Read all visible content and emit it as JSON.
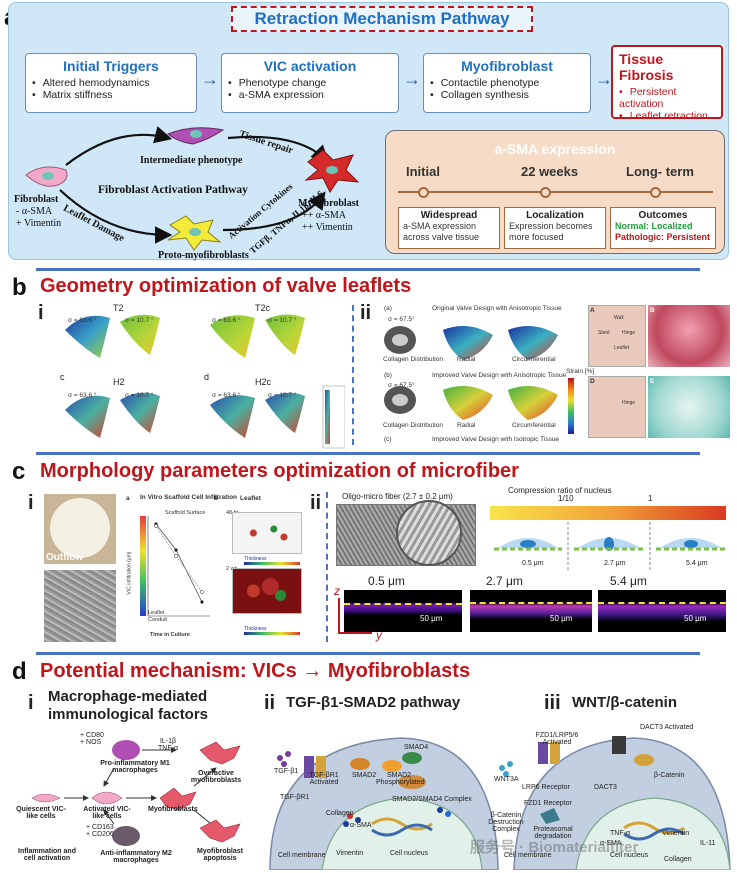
{
  "panels": {
    "a": "a",
    "b": "b",
    "c": "c",
    "d": "d"
  },
  "section_a": {
    "title": "Retraction Mechanism Pathway",
    "flow": [
      {
        "title": "Initial Triggers",
        "items": [
          "Altered hemodynamics",
          "Matrix stiffness"
        ]
      },
      {
        "title": "VIC activation",
        "items": [
          "Phenotype change",
          "a-SMA expression"
        ]
      },
      {
        "title": "Myofibroblast",
        "items": [
          "Contactile phenotype",
          "Collagen synthesis"
        ]
      },
      {
        "title": "Tissue Fibrosis",
        "items": [
          "Persistent activation",
          "Leaflet retraction"
        ]
      }
    ],
    "cycle": {
      "intermediate": "Intermediate phenotype",
      "tissue_repair": "Tissue repair",
      "center": "Fibroblast Activation Pathway",
      "fibroblast": "Fibroblast",
      "fibroblast_markers": [
        "- α-SMA",
        "+ Vimentin"
      ],
      "myofibroblast": "Myofibroblast",
      "myofibroblast_markers": [
        "++ α-SMA",
        "++ Vimentin"
      ],
      "leaflet_damage": "Leaflet Damage",
      "activation": "Activation Cytokines",
      "cytokines": "TGFβ, TNFα, IL1β, IL6",
      "proto": "Proto-myofibroblasts"
    },
    "sma": {
      "title": "a-SMA expression",
      "stages": [
        "Initial",
        "22 weeks",
        "Long- term"
      ],
      "cards": [
        {
          "head": "Widespread",
          "text": "a-SMA expression across valve tissue"
        },
        {
          "head": "Localization",
          "text": "Expression becomes more focused"
        },
        {
          "head": "Outcomes",
          "normal": "Normal: Localized",
          "pathologic": "Pathologic: Persistent"
        }
      ]
    }
  },
  "section_b": {
    "title": "Geometry optimization of valve leaflets",
    "sub_i": "i",
    "sub_ii": "ii",
    "designs": [
      "T2",
      "T2c",
      "H2",
      "H2c"
    ],
    "letters": [
      "c",
      "d"
    ],
    "sigmas": [
      "σ = 63.6 °",
      "σ = 10.7 °"
    ],
    "ii_rows": [
      "Original Valve Design with Anisotropic Tissue",
      "Improved Valve Design with Anisotropic Tissue",
      "Improved Valve Design with Isotropic Tissue"
    ],
    "ii_tags": [
      "(a)",
      "(b)",
      "(c)"
    ],
    "ii_sigma": "σ = 67.5°",
    "ii_cols": [
      "Collagen Distribution",
      "Radial",
      "Circumferential"
    ],
    "strain_label": "Strain [%]",
    "photo_labels": [
      "A",
      "B",
      "D",
      "E"
    ],
    "sketch_labels": [
      "Wall",
      "Hinge",
      "Leaflet",
      "Stent"
    ]
  },
  "section_c": {
    "title": "Morphology parameters optimization of microfiber",
    "sub_i": "i",
    "sub_ii": "ii",
    "outflow": "Outflow",
    "chart_title": "In Vitro Scaffold Cell Infiltration",
    "chart_sub": "Scaffold Surface",
    "chart_ylabel": "VIC infiltration (μm)",
    "chart_xlabel": "Time in Culture",
    "chart_legend": [
      "Leaflet",
      "Conduit"
    ],
    "leaflet_tag": "Leaflet",
    "timepoints": [
      "48 hr",
      "2 wk"
    ],
    "thickness": "Thickness",
    "fiber_label": "Oligo-micro fiber (2.7 ± 0.2 μm)",
    "compression_label": "Compression ratio of nucleus",
    "ratio_ticks": [
      "1/10",
      "1"
    ],
    "fiber_sizes": [
      "0.5 μm",
      "2.7 μm",
      "5.4 μm"
    ],
    "scale_bar": "50 μm",
    "axis_z": "z",
    "axis_y": "y"
  },
  "section_d": {
    "title": "Potential mechanism: VICs → Myofibroblasts",
    "sub_i": "i",
    "sub_i_title": "Macrophage-mediated immunological factors",
    "sub_ii": "ii",
    "sub_ii_title": "TGF-β1-SMAD2 pathway",
    "sub_iii": "iii",
    "sub_iii_title": "WNT/β-catenin",
    "i_labels": {
      "m1_markers": "+ CD80\n+ NOS",
      "m1": "Pro-inflammatory M1 macrophages",
      "cytokines": "IL-1β\nTNF-α",
      "overactive": "Overactive myofibroblasts",
      "quiescent": "Quiescent VIC-like cells",
      "activated": "Activated VIC-like cells",
      "myofib": "Myofibroblasts",
      "m2_markers": "+ CD163\n+ CD206",
      "m2": "Anti-inflammatory M2 macrophages",
      "apoptosis": "Myofibroblast apoptosis",
      "inflam": "Inflammation and cell activation"
    },
    "ii_labels": {
      "ligand": "TGF-β1",
      "receptor": "TGF-βR1",
      "activated": "TGF-βR1 Activated",
      "smad2": "SMAD2",
      "smad2p": "SMAD2 Phosphorylated",
      "smad4": "SMAD4",
      "complex": "SMAD2/SMAD4 Complex",
      "collagen": "Collagen",
      "asma": "α-SMA",
      "vimentin": "Vimentin",
      "membrane": "Cell membrane",
      "nucleus": "Cell nucleus"
    },
    "iii_labels": {
      "wnt": "WNT3A",
      "fzd": "FZD1/LRP5/6 Activated",
      "lrp6": "LRP6 Receptor",
      "fzd1": "FZD1 Receptor",
      "dact3a": "DACT3 Activated",
      "dact3": "DACT3",
      "bcat": "β-Catenin",
      "destruction": "β-Catenin Destruction Complex",
      "proteasome": "Proteasomal degradation",
      "tnf": "TNF-α",
      "vimentin": "Vimentin",
      "il11": "IL-11",
      "asma": "α-SMA",
      "collagen": "Collagen",
      "membrane": "Cell membrane",
      "nucleus": "Cell nucleus"
    },
    "watermark": "服务号 · Biomaterialtiter"
  }
}
